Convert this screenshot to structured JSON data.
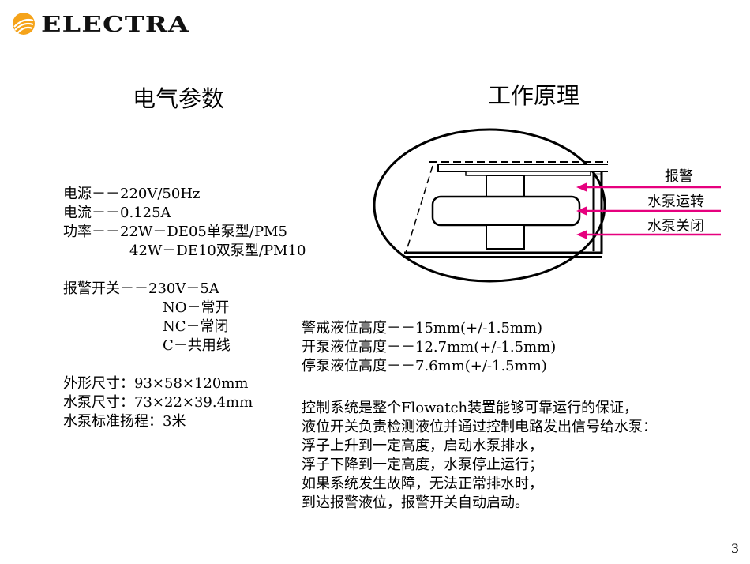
{
  "brand": {
    "logo_text": "ELECTRA",
    "logo_color": "#f5a31a"
  },
  "left": {
    "title": "电气参数",
    "lines": [
      "电源－－220V/50Hz",
      "电流－－0.125A",
      "功率－－22W－DE05单泵型/PM5",
      "42W－DE10双泵型/PM10",
      "",
      "报警开关－－230V－5A",
      "NO－常开",
      "NC－常闭",
      "C－共用线",
      "",
      "外形尺寸：93×58×120mm",
      "水泵尺寸：73×22×39.4mm",
      "水泵标准扬程：3米"
    ]
  },
  "right": {
    "title": "工作原理",
    "diagram_labels": [
      "报警",
      "水泵运转",
      "水泵关闭"
    ],
    "arrow_color": "#e6007e",
    "levels": [
      "警戒液位高度－－15mm(+/-1.5mm)",
      "开泵液位高度－－12.7mm(+/-1.5mm)",
      "停泵液位高度－－7.6mm(+/-1.5mm)"
    ],
    "description": [
      "控制系统是整个Flowatch装置能够可靠运行的保证，",
      "液位开关负责检测液位并通过控制电路发出信号给水泵：",
      "浮子上升到一定高度，启动水泵排水，",
      "浮子下降到一定高度，水泵停止运行；",
      "如果系统发生故障，无法正常排水时，",
      "到达报警液位，报警开关自动启动。"
    ]
  },
  "page_number": "3"
}
